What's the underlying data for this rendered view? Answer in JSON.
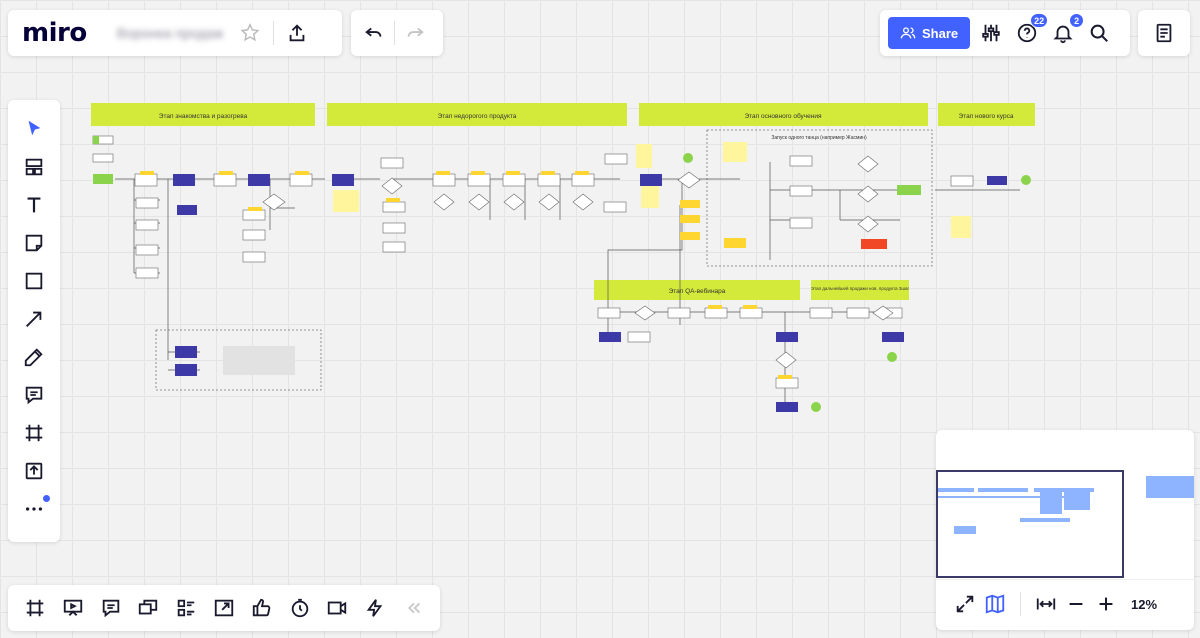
{
  "app": {
    "logo": "miro",
    "board_name": "Воронка продаж"
  },
  "toolbar": {
    "share_label": "Share",
    "help_badge": "22",
    "notifications_badge": "2"
  },
  "canvas": {
    "stages": [
      "Этап знакомства и разогрева",
      "Этап недорогого продукта",
      "Этап основного обучения",
      "Этап нового курса",
      "Этап QA-вебинара",
      "Этап дальнейшей продажи нов. продукта 3шаг"
    ],
    "subframe_title": "Запуск одного танца (например Жасмин)"
  },
  "zoom": {
    "level": "12%"
  },
  "colors": {
    "accent": "#4262ff",
    "stage_header": "#d4ea3a",
    "node_blue": "#3d3aa8",
    "node_yellow": "#ffd630",
    "node_green": "#8bd34a",
    "node_red": "#f24726",
    "sticky": "#fff59d"
  }
}
